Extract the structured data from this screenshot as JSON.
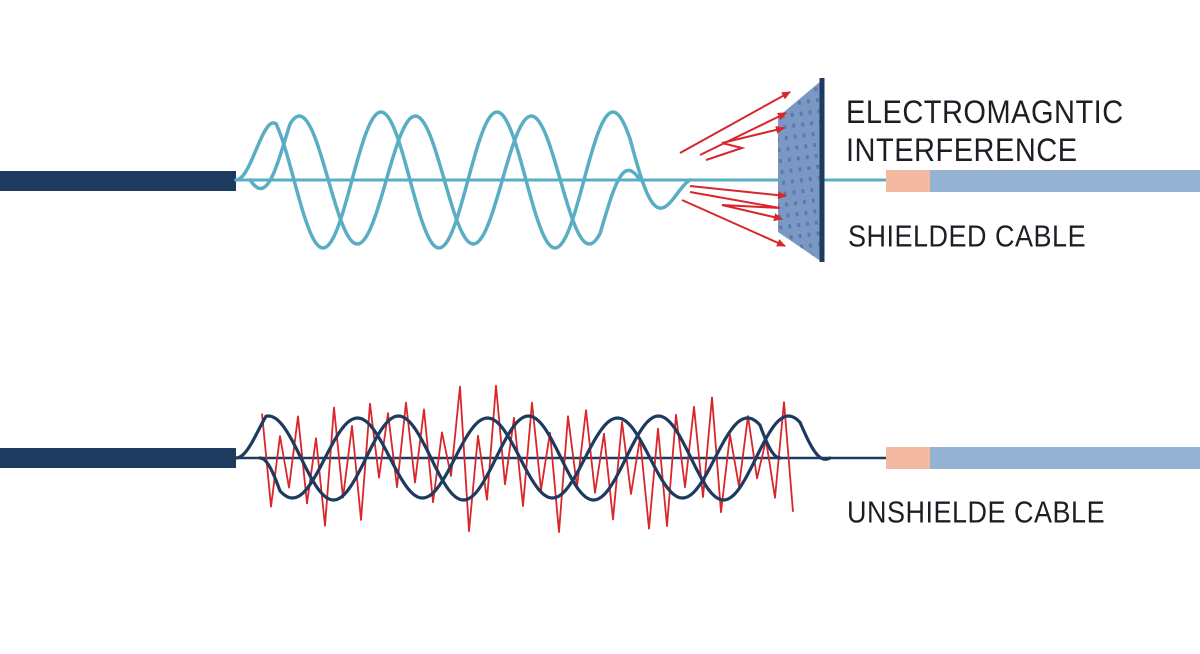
{
  "labels": {
    "emi_line1": "ELECTROMAGNTIC",
    "emi_line2": "INTERFERENCE",
    "shielded": "SHIELDED CABLE",
    "unshielded": "UNSHIELDE CABLE"
  },
  "colors": {
    "cable_dark": "#1d3a5f",
    "cable_light": "#94b3d2",
    "connector": "#f4b9a1",
    "clean_wave": "#5aaec4",
    "noisy_wave": "#1d3a5f",
    "interference": "#d8262b",
    "shield": "#7b98c5",
    "shield_edge": "#1d3a5f"
  },
  "icons": {
    "shield": "shield-panel-icon",
    "interference_arrows": "arrow-icon"
  }
}
